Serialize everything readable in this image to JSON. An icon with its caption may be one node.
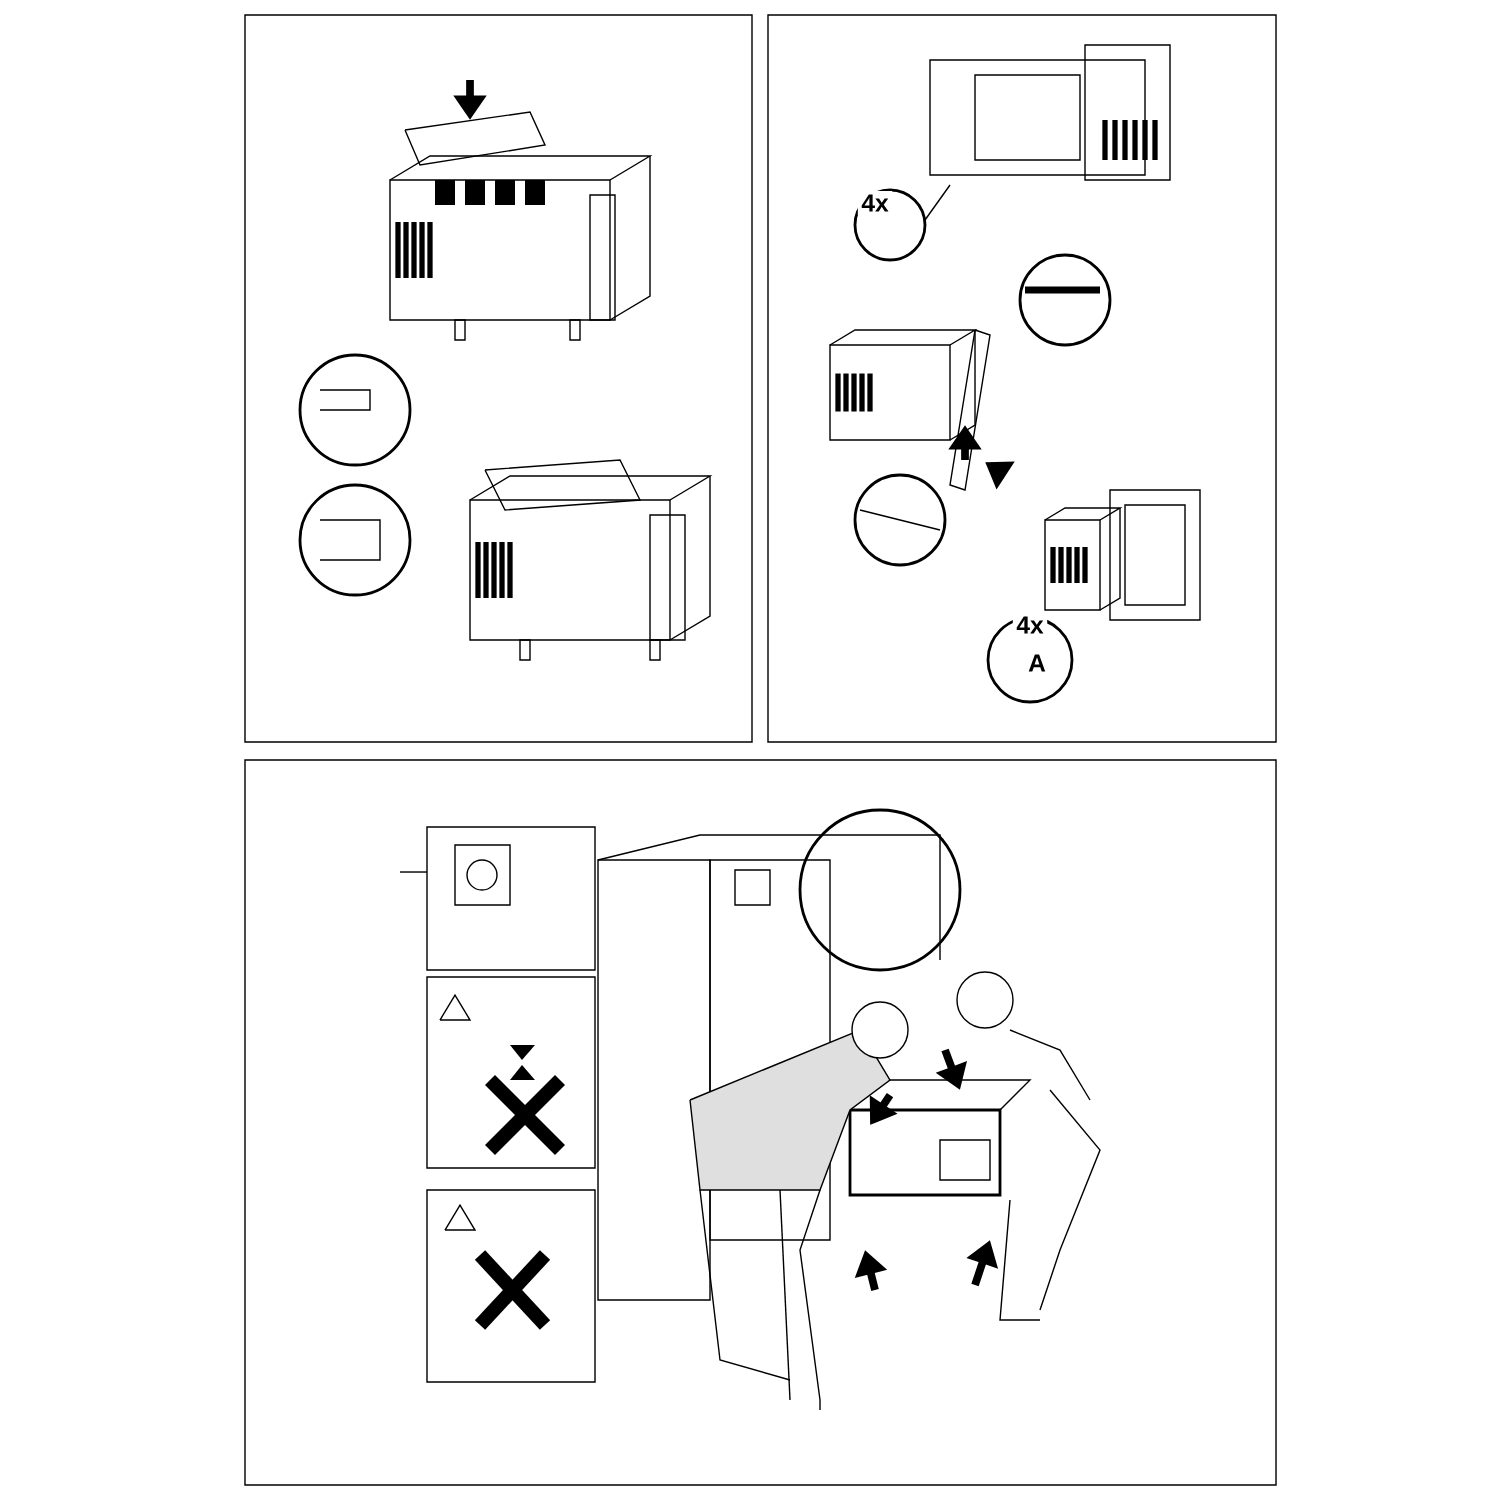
{
  "diagram": {
    "labels": [
      "4x",
      "4x",
      "A"
    ]
  }
}
